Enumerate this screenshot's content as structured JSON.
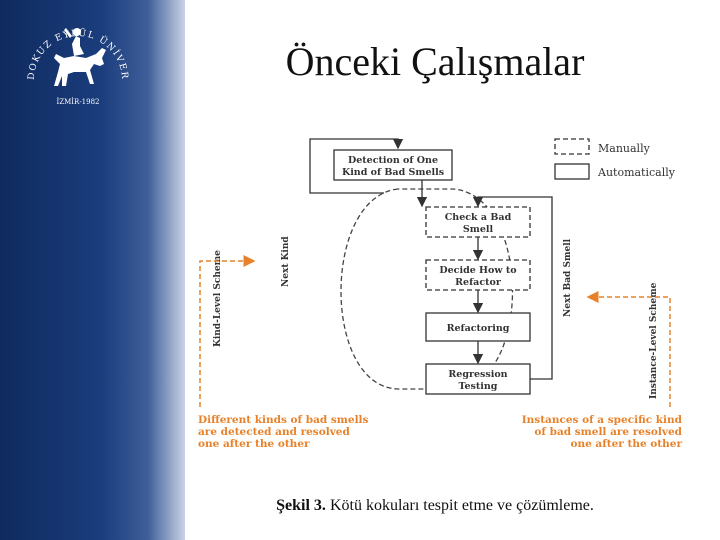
{
  "slide": {
    "title": "Önceki Çalışmalar"
  },
  "logo": {
    "arc_text": "DOKUZ EYLÜL ÜNİVERSİTESİ",
    "year_text": "İZMİR-1982"
  },
  "figure": {
    "legend": {
      "manual": "Manually",
      "auto": "Automatically"
    },
    "boxes": {
      "detect_line1": "Detection of One",
      "detect_line2": "Kind of Bad Smells",
      "check_line1": "Check a Bad",
      "check_line2": "Smell",
      "decide_line1": "Decide How to",
      "decide_line2": "Refactor",
      "refactoring": "Refactoring",
      "regression_line1": "Regression",
      "regression_line2": "Testing"
    },
    "labels": {
      "next_kind": "Next Kind",
      "next_bad_smell": "Next Bad Smell",
      "kind_level": "Kind-Level Scheme",
      "instance_level": "Instance-Level Scheme"
    },
    "notes": {
      "left_line1": "Different kinds of bad smells",
      "left_line2": "are detected and resolved",
      "left_line3": "one after the other",
      "right_line1": "Instances of a specific kind",
      "right_line2": "of bad smell  are resolved",
      "right_line3": "one after the other"
    },
    "colors": {
      "orange": "#e8822a",
      "line": "#333333"
    }
  },
  "caption": {
    "label": "Şekil 3.",
    "text": " Kötü kokuları tespit etme ve çözümleme."
  }
}
